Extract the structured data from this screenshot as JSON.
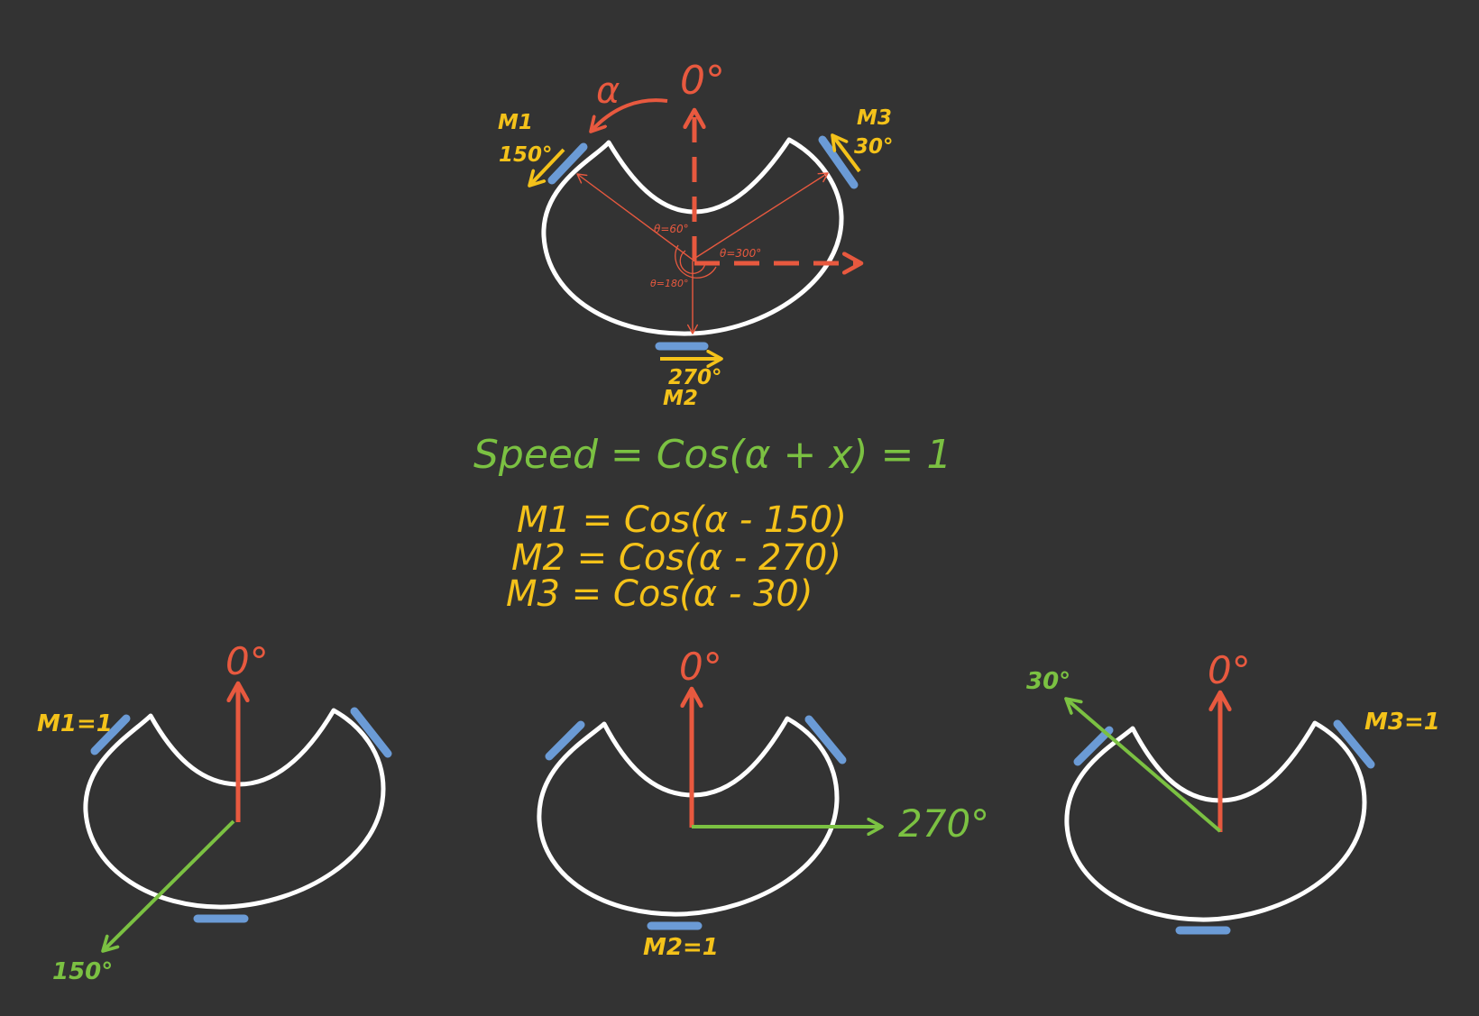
{
  "colors": {
    "background": "#333333",
    "outline": "#ffffff",
    "axis": "#e8593f",
    "motor_plate": "#6b9bd6",
    "motor_label": "#f4c21a",
    "direction": "#7bc142"
  },
  "top_diagram": {
    "zero_label": "0°",
    "alpha_label": "α",
    "m1_name": "M1",
    "m1_angle": "150°",
    "m3_name": "M3",
    "m3_angle": "30°",
    "m2_angle": "270°",
    "m2_name": "M2",
    "theta_m1": "θ=60°",
    "theta_m3": "θ=300°",
    "theta_m2": "θ=180°"
  },
  "equations": {
    "speed": "Speed = Cos(α + x) = 1",
    "m1": "M1 = Cos(α - 150)",
    "m2": "M2 = Cos(α - 270)",
    "m3": "M3 = Cos(α - 30)"
  },
  "bottom_left": {
    "zero_label": "0°",
    "motor_label": "M1=1",
    "direction_label": "150°"
  },
  "bottom_middle": {
    "zero_label": "0°",
    "motor_label": "M2=1",
    "direction_label": "270°"
  },
  "bottom_right": {
    "zero_label": "0°",
    "motor_label": "M3=1",
    "direction_label": "30°"
  }
}
